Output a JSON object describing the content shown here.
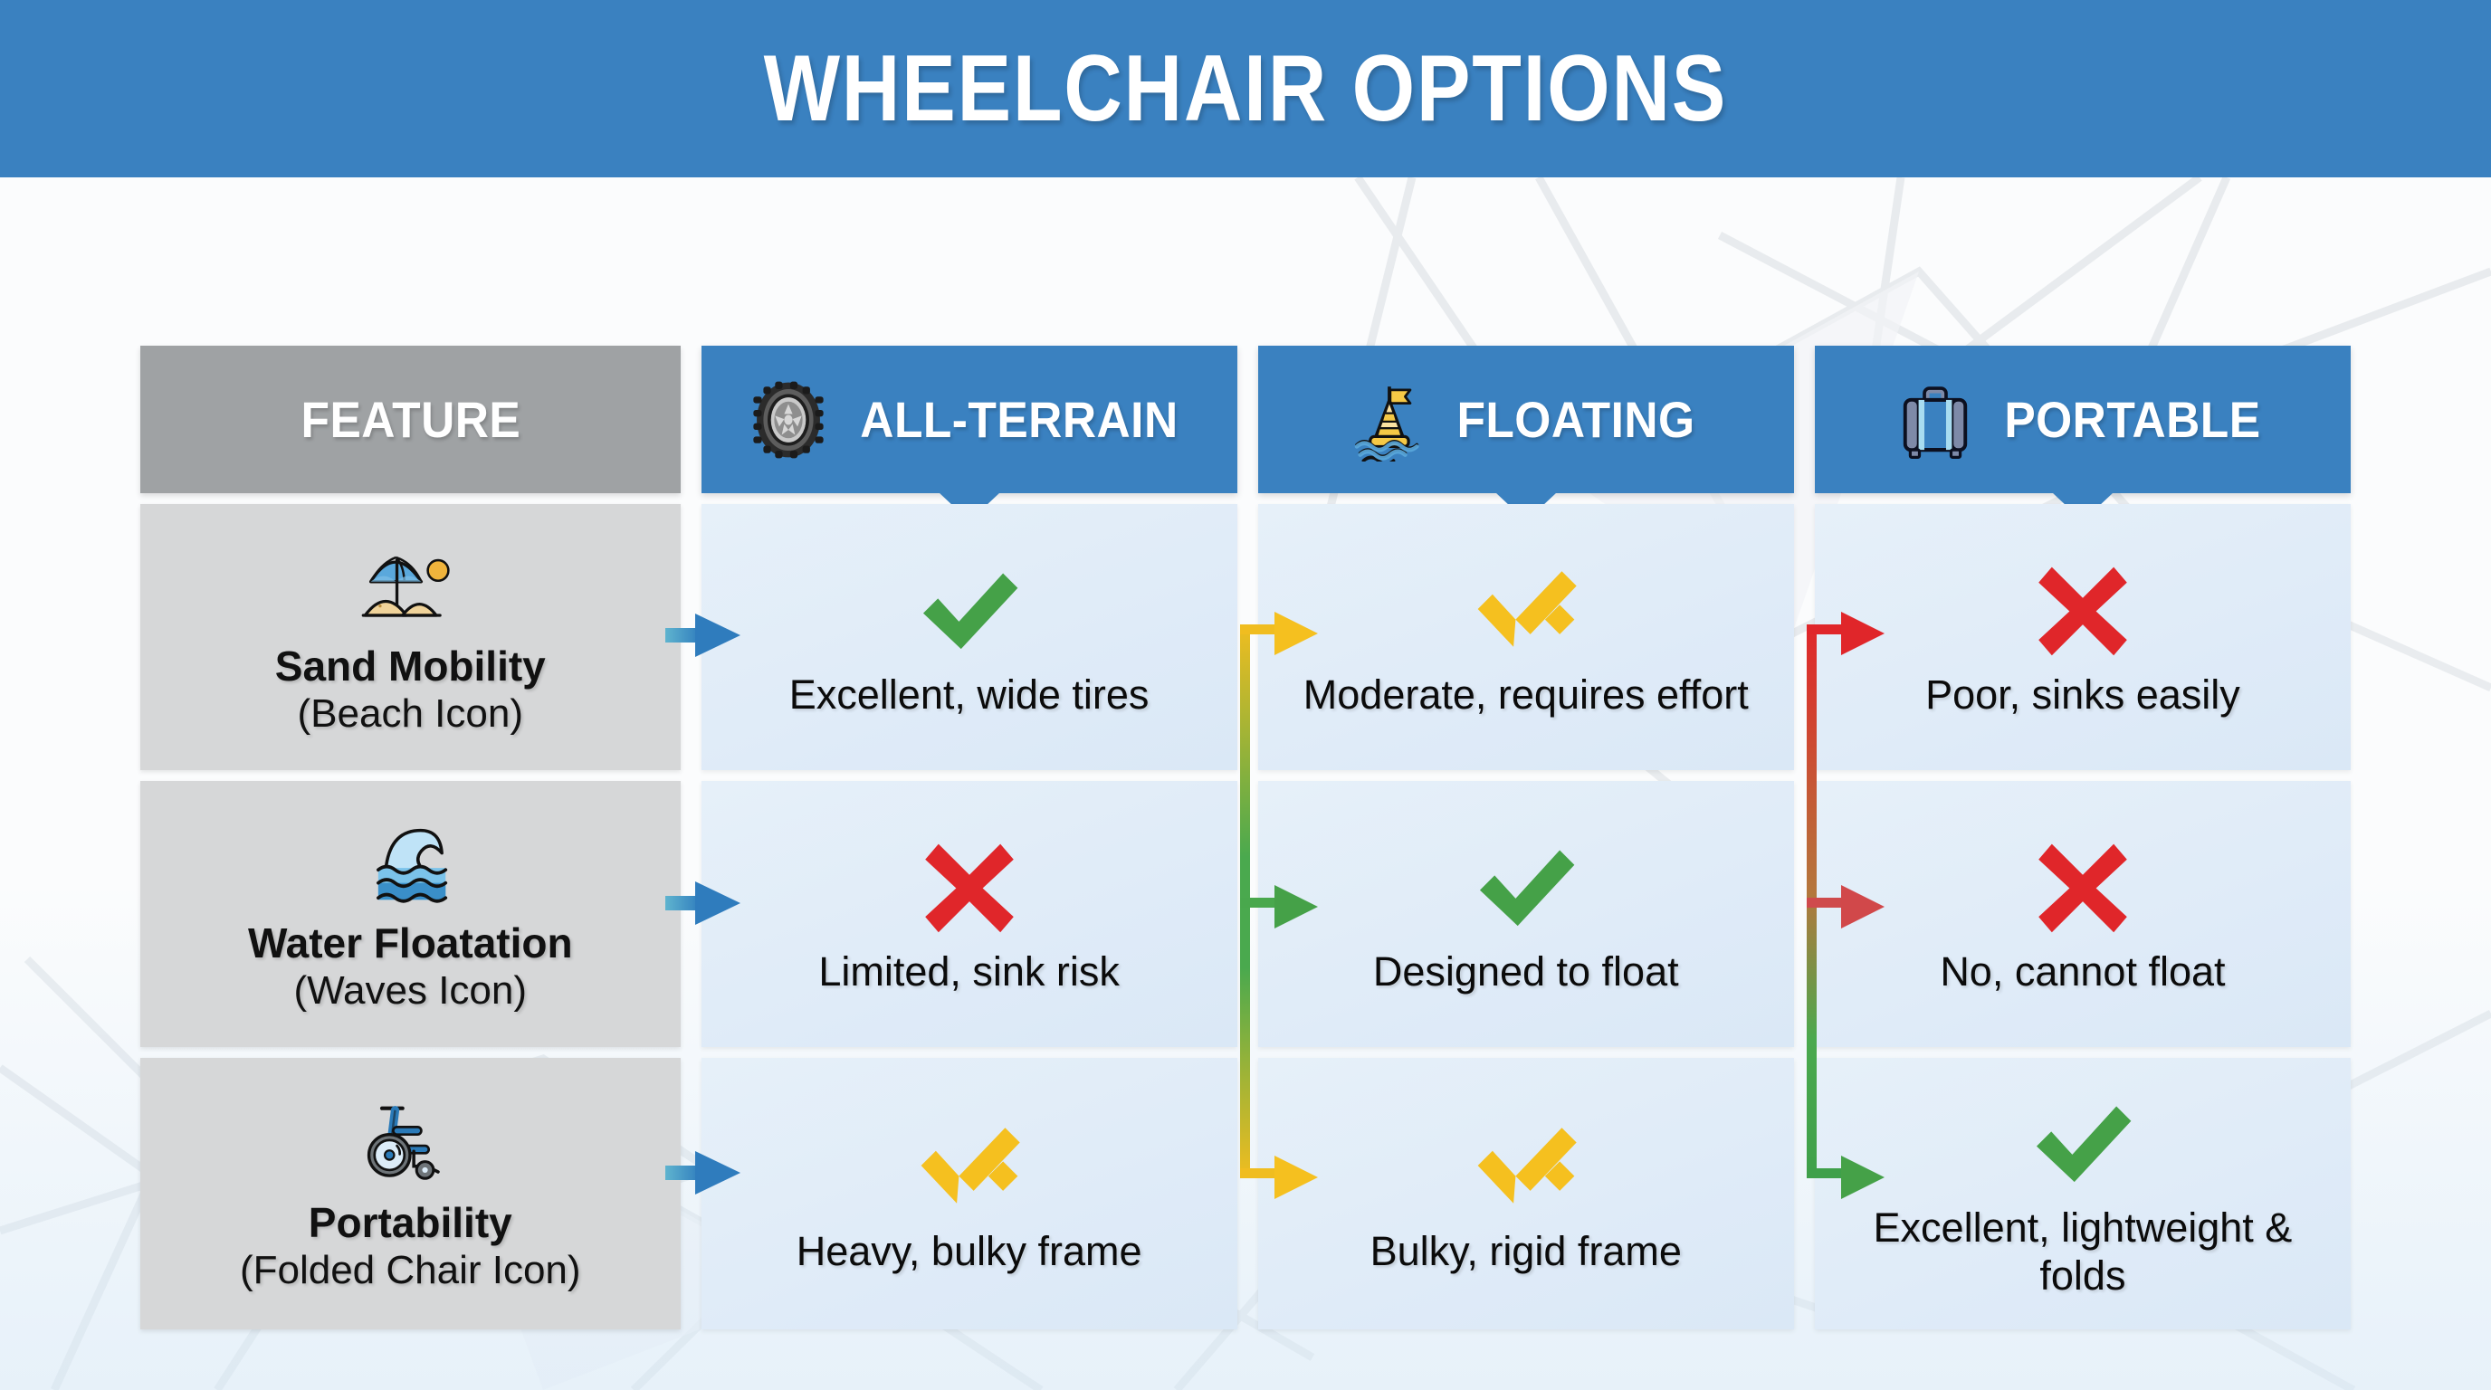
{
  "banner": {
    "title": "WHEELCHAIR OPTIONS",
    "bg_color": "#3a81c0",
    "text_color": "#ffffff"
  },
  "colors": {
    "header_blue": "#3a81c0",
    "feature_header_gray": "#9fa2a4",
    "feature_cell_gray": "#d6d7d8",
    "value_cell_blue": "#e2edf8",
    "check_green": "#45a148",
    "partial_yellow": "#f5c01f",
    "cross_red": "#e0262a",
    "arrow_blue": "#3a81c0"
  },
  "table": {
    "columns": [
      {
        "id": "feature",
        "label": "FEATURE",
        "icon": "none",
        "type": "feature"
      },
      {
        "id": "all-terrain",
        "label": "ALL-TERRAIN",
        "icon": "tire-icon",
        "type": "option"
      },
      {
        "id": "floating",
        "label": "FLOATING",
        "icon": "buoy-icon",
        "type": "option"
      },
      {
        "id": "portable",
        "label": "PORTABLE",
        "icon": "suitcase-icon",
        "type": "option"
      }
    ],
    "rows": [
      {
        "id": "sand-mobility",
        "feature": {
          "name": "Sand Mobility",
          "sub": "(Beach Icon)",
          "icon": "beach-icon"
        },
        "cells": [
          {
            "mark": "check",
            "mark_color": "#45a148",
            "text": "Excellent, wide tires"
          },
          {
            "mark": "partial",
            "mark_color": "#f5c01f",
            "text": "Moderate, requires effort"
          },
          {
            "mark": "cross",
            "mark_color": "#e0262a",
            "text": "Poor, sinks easily"
          }
        ]
      },
      {
        "id": "water-floatation",
        "feature": {
          "name": "Water Floatation",
          "sub": "(Waves Icon)",
          "icon": "waves-icon"
        },
        "cells": [
          {
            "mark": "cross",
            "mark_color": "#e0262a",
            "text": "Limited, sink risk"
          },
          {
            "mark": "check",
            "mark_color": "#45a148",
            "text": "Designed to float"
          },
          {
            "mark": "cross",
            "mark_color": "#e0262a",
            "text": "No, cannot float"
          }
        ]
      },
      {
        "id": "portability",
        "feature": {
          "name": "Portability",
          "sub": "(Folded Chair Icon)",
          "icon": "wheelchair-icon"
        },
        "cells": [
          {
            "mark": "partial",
            "mark_color": "#f5c01f",
            "text": "Heavy, bulky frame"
          },
          {
            "mark": "partial",
            "mark_color": "#f5c01f",
            "text": "Bulky, rigid frame"
          },
          {
            "mark": "check",
            "mark_color": "#45a148",
            "text": "Excellent, lightweight & folds"
          }
        ]
      }
    ]
  },
  "connectors": [
    {
      "id": "feature-to-all-terrain",
      "style": "arrows-only",
      "arrow_colors": [
        "#3a81c0",
        "#3a81c0",
        "#3a81c0"
      ]
    },
    {
      "id": "all-terrain-to-floating",
      "style": "trunk-with-arrows",
      "trunk_gradient": [
        "#f0bd20",
        "#45a148",
        "#f0bd20"
      ],
      "arrow_colors": [
        "#f5c01f",
        "#45a148",
        "#f5c01f"
      ]
    },
    {
      "id": "floating-to-portable",
      "style": "trunk-with-arrows",
      "trunk_gradient": [
        "#e0262a",
        "#a08a4a",
        "#45a148"
      ],
      "arrow_colors": [
        "#e0262a",
        "#d1484a",
        "#45a148"
      ]
    }
  ]
}
